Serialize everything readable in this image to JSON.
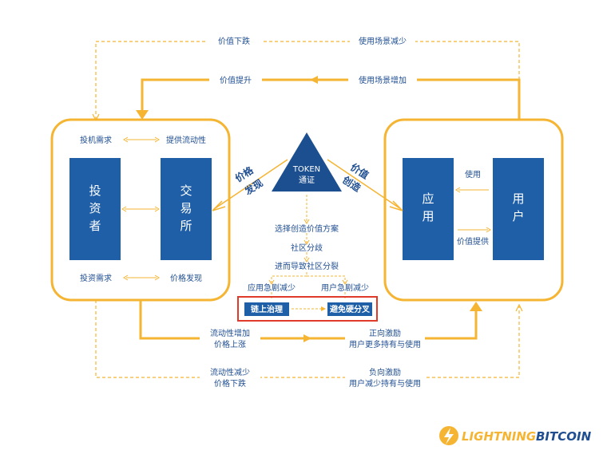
{
  "colors": {
    "accent": "#f5b432",
    "navy": "#1f5fa8",
    "dark_navy": "#1c4f8f",
    "text": "#1f4e91",
    "highlight_red": "#e03a2a"
  },
  "top_dashed": {
    "left": "价值下跌",
    "right": "使用场景减少"
  },
  "top_solid": {
    "left": "价值提升",
    "right": "使用场景增加"
  },
  "left_panel": {
    "top_left": "投机需求",
    "top_right": "提供流动性",
    "bottom_left": "投资需求",
    "bottom_right": "价格发现",
    "box_investor": [
      "投",
      "资",
      "者"
    ],
    "box_exchange": [
      "交",
      "易",
      "所"
    ]
  },
  "right_panel": {
    "box_app": [
      "应",
      "用"
    ],
    "box_user": [
      "用",
      "户"
    ],
    "arrow_top": "使用",
    "arrow_bottom": "价值提供"
  },
  "token": {
    "title": "TOKEN",
    "subtitle": "通证"
  },
  "left_diag": [
    "价格",
    "发现"
  ],
  "right_diag": [
    "价值",
    "创造"
  ],
  "center_flow": {
    "step1": "选择创造价值方案",
    "step2": "社区分歧",
    "step3": "进而导致社区分裂",
    "left_branch": "应用急剧减少",
    "right_branch": "用户急剧减少",
    "node_left": "链上治理",
    "node_right": "避免硬分叉"
  },
  "bottom_solid": {
    "left": [
      "流动性增加",
      "价格上涨"
    ],
    "right": [
      "正向激励",
      "用户更多持有与使用"
    ]
  },
  "bottom_dashed": {
    "left": [
      "流动性减少",
      "价格下跌"
    ],
    "right": [
      "负向激励",
      "用户减少持有与使用"
    ]
  },
  "logo": {
    "word1": "LIGHTNING",
    "word2": "BITCOIN",
    "icon": "bitcoin-lightning-icon"
  }
}
